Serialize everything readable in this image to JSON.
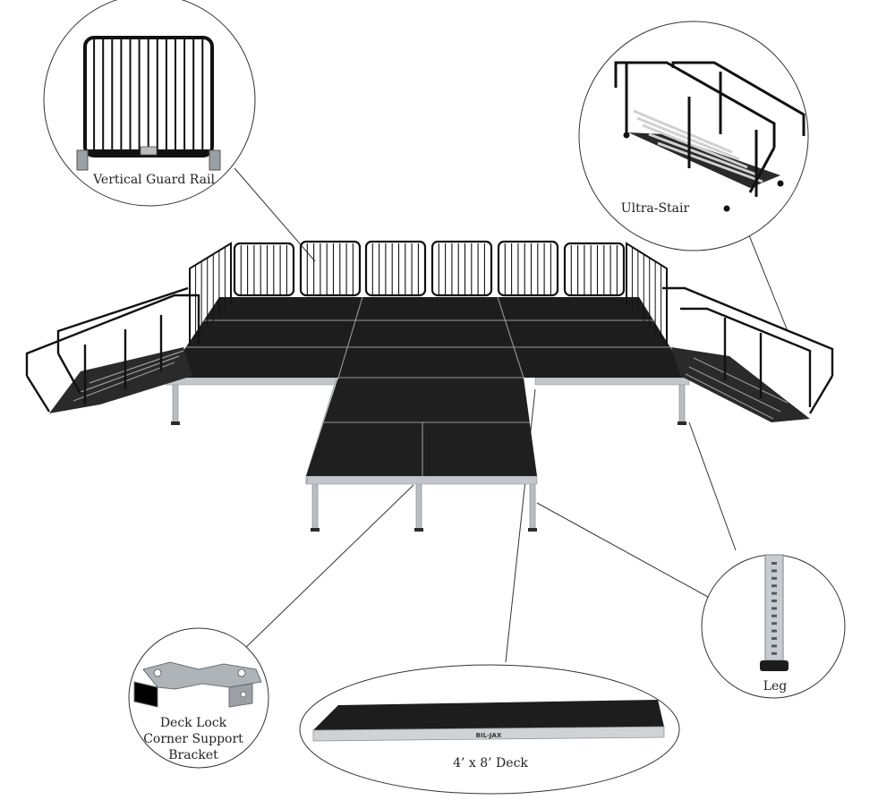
{
  "callouts": {
    "guard_rail": {
      "label": "Vertical Guard Rail"
    },
    "ultra_stair": {
      "label": "Ultra-Stair"
    },
    "leg": {
      "label": "Leg"
    },
    "deck": {
      "label": "4’ x 8’ Deck",
      "brand": "BIL-JAX"
    },
    "bracket": {
      "lines": [
        "Deck Lock",
        "Corner Support",
        "Bracket"
      ]
    }
  },
  "colors": {
    "deck_surface": "#1d1d1d",
    "deck_joint": "#9a9a9a",
    "frame_silver": "#b9bec2",
    "rail_black": "#111111",
    "leader_line": "#333333"
  }
}
